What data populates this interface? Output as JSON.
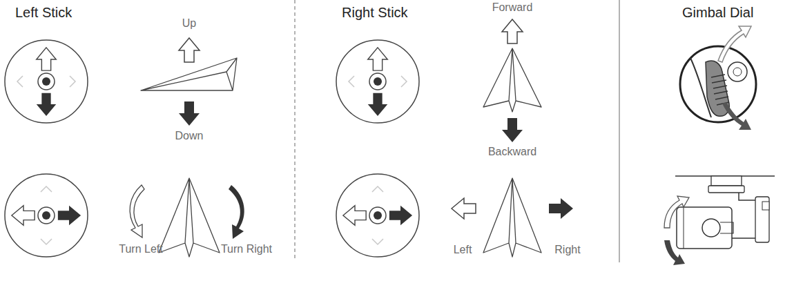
{
  "diagram": {
    "labels": [
      "Left Stick",
      "Up",
      "Down",
      "Turn Left",
      "Turn Right",
      "Right Stick",
      "Forward",
      "Backward",
      "Left",
      "Right",
      "Gimbal Dial"
    ]
  }
}
